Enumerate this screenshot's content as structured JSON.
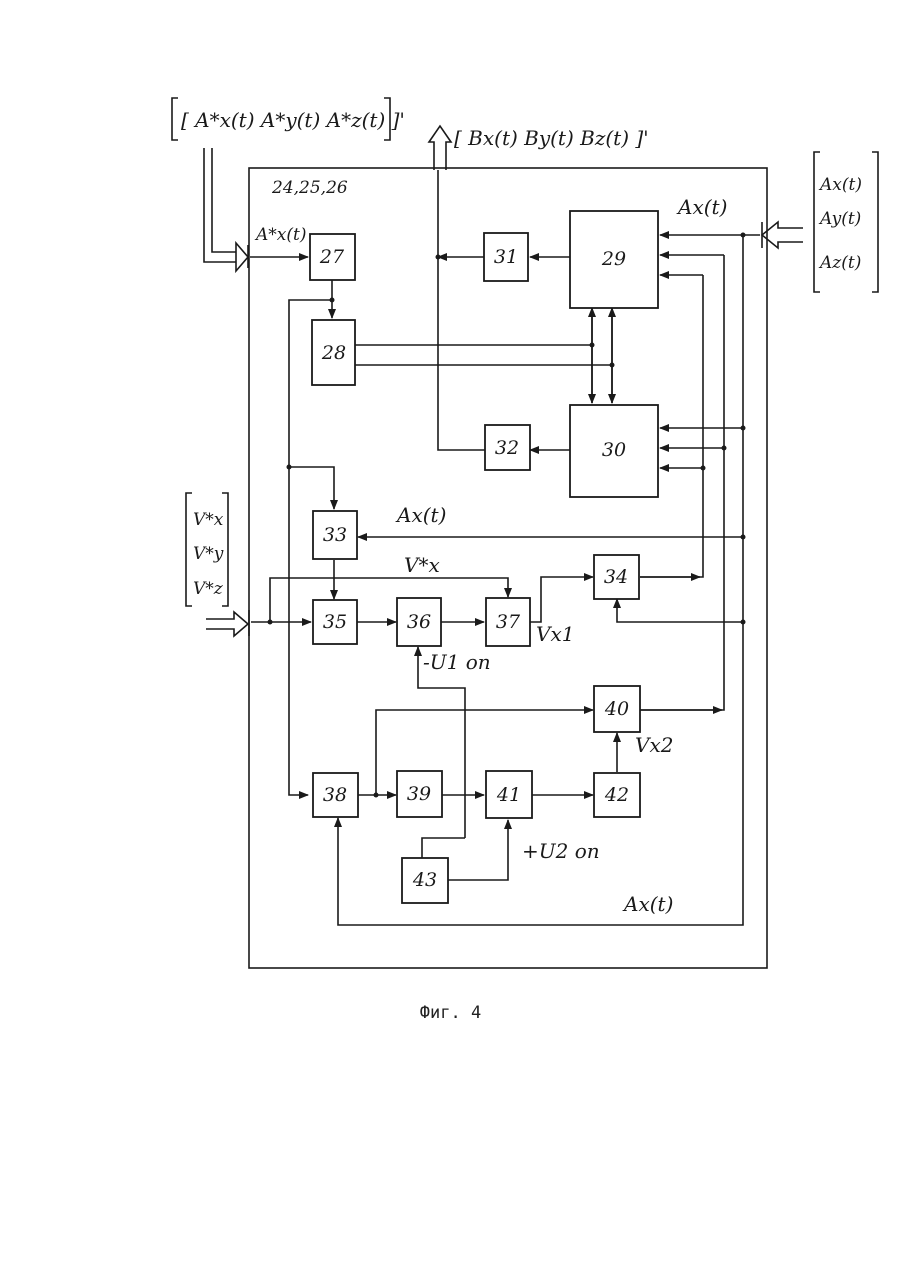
{
  "caption": "Фиг. 4",
  "blocks": {
    "b27": "27",
    "b28": "28",
    "b29": "29",
    "b30": "30",
    "b31": "31",
    "b32": "32",
    "b33": "33",
    "b34": "34",
    "b35": "35",
    "b36": "36",
    "b37": "37",
    "b38": "38",
    "b39": "39",
    "b40": "40",
    "b41": "41",
    "b42": "42",
    "b43": "43"
  },
  "labels": {
    "input_star_vector": "[ A*x(t) A*y(t) A*z(t) ]'",
    "output_vector": "[ Bx(t) By(t) Bz(t) ]'",
    "block_group": "24,25,26",
    "input_ax_star": "A*x(t)",
    "ax_top": "Ax(t)",
    "ax_mid": "Ax(t)",
    "ax_bottom": "Ax(t)",
    "right_vector": [
      "Ax(t)",
      "Ay(t)",
      "Az(t)"
    ],
    "v_star_vector": [
      "V*x",
      "V*y",
      "V*z"
    ],
    "vx_star": "V*x",
    "vx1": "Vx1",
    "vx2": "Vx2",
    "u1": "-U1 оп",
    "u2": "+U2 оп"
  }
}
